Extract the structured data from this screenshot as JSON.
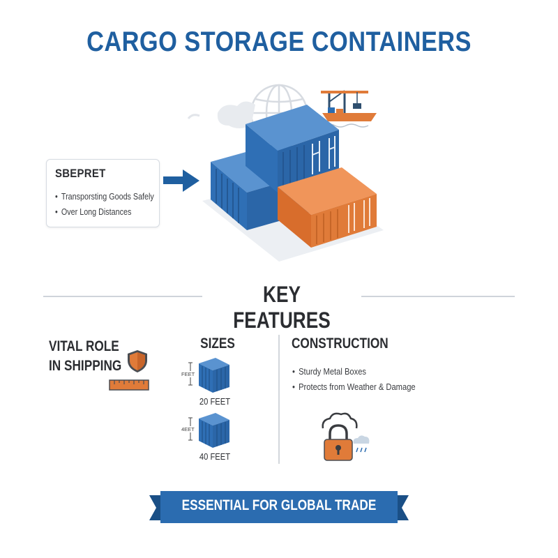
{
  "title": "CARGO STORAGE CONTAINERS",
  "info_card": {
    "title": "SBEPRET",
    "bullets": [
      "Transporsting Goods Safely",
      "Over Long Distances"
    ]
  },
  "key_features": {
    "title": "KEY FEATURES",
    "vital": {
      "line1": "VITAL ROLE",
      "line2": "IN SHIPPING"
    },
    "sizes": {
      "title": "SIZES",
      "items": [
        {
          "dim_label": "FEET",
          "label": "20 FEET"
        },
        {
          "dim_label": "4EET",
          "label": "40 FEET"
        }
      ]
    },
    "construction": {
      "title": "CONSTRUCTION",
      "bullets": [
        "Sturdy Metal Boxes",
        "Protects from Weather & Damage"
      ]
    }
  },
  "banner": "ESSENTIAL FOR GLOBAL TRADE",
  "colors": {
    "primary_blue": "#2b6cb0",
    "title_blue": "#1f5fa0",
    "orange": "#e07b39",
    "text_dark": "#2b2d31"
  },
  "icons": [
    "globe-icon",
    "crane-icon",
    "ship-icon",
    "arrow-right-icon",
    "shield-icon",
    "ruler-icon",
    "cloud-icon",
    "padlock-icon",
    "rain-cloud-icon"
  ]
}
